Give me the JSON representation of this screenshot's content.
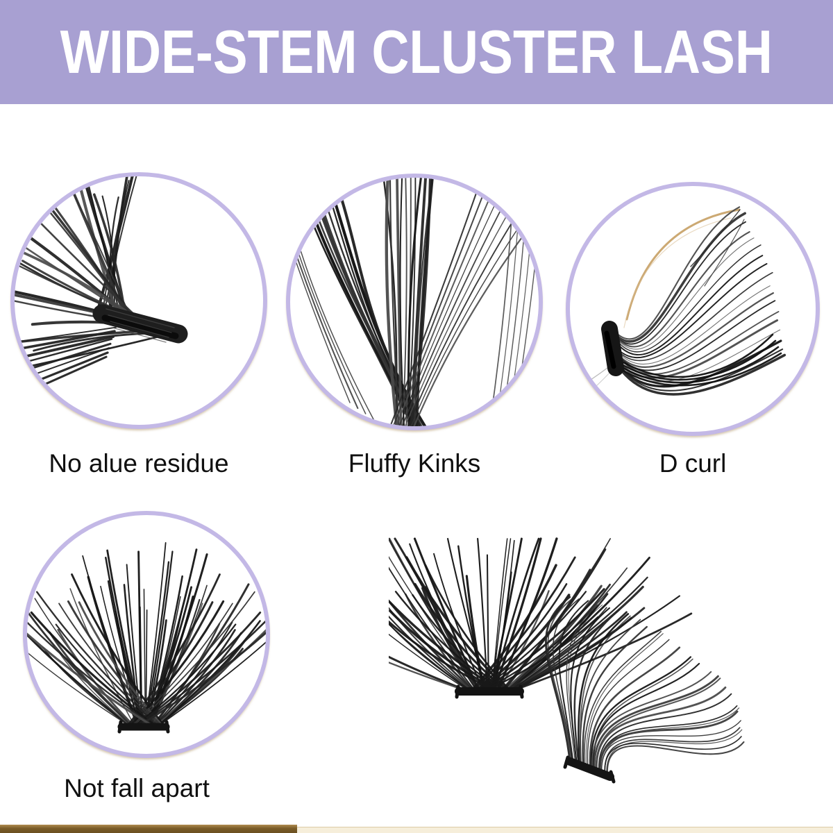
{
  "header": {
    "title": "WIDE-STEM CLUSTER LASH"
  },
  "features": [
    {
      "id": "no-glue-residue",
      "label": "No alue residue"
    },
    {
      "id": "fluffy-kinks",
      "label": "Fluffy Kinks"
    },
    {
      "id": "d-curl",
      "label": "D curl"
    },
    {
      "id": "not-fall-apart",
      "label": "Not fall apart"
    }
  ],
  "colors": {
    "banner_bg": "#a8a0d2",
    "banner_text": "#ffffff",
    "circle_border": "#c3b8e6",
    "label_text": "#101010",
    "lash": "#1c1c1c",
    "tan_fiber": "#c9a46c",
    "edge_brown": "#7a5c28",
    "edge_cream": "#f6eeda",
    "page_bg": "#ffffff"
  }
}
